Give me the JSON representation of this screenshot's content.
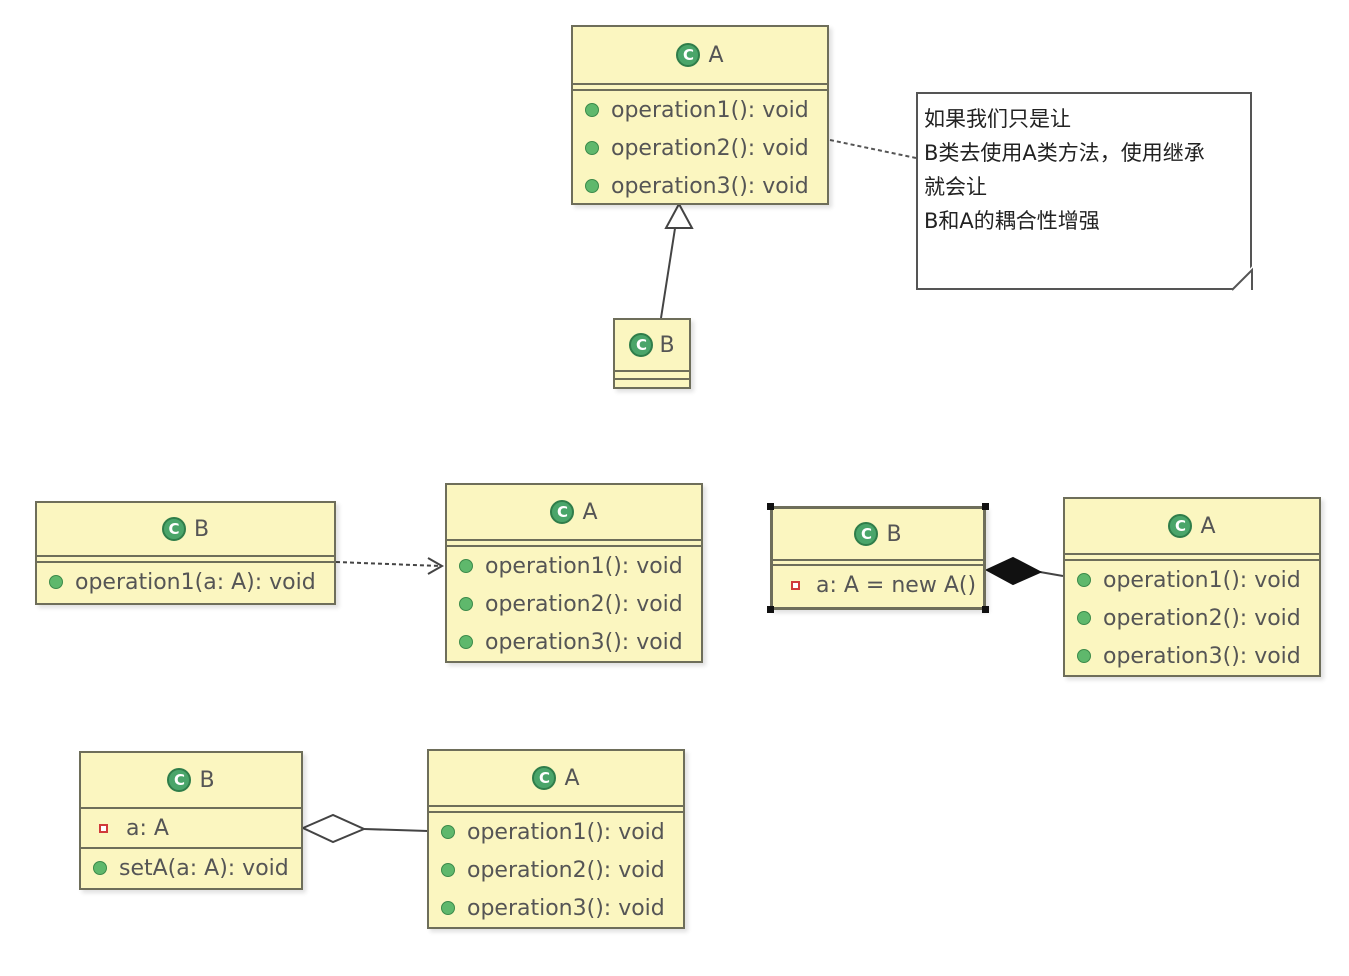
{
  "note": {
    "lines": [
      "如果我们只是让",
      "B类去使用A类方法，使用继承",
      "就会让",
      "B和A的耦合性增强"
    ]
  },
  "icons": {
    "class_icon": "class-c-icon",
    "public_method": "green-dot-icon",
    "private_field": "red-square-icon"
  },
  "colors": {
    "class_fill": "#fbf6c0",
    "class_border": "#6e6e5a",
    "icon_green": "#4aa56a",
    "private_red": "#d03a3a"
  },
  "classes": {
    "a_top": {
      "name": "A",
      "methods": [
        "operation1(): void",
        "operation2(): void",
        "operation3(): void"
      ]
    },
    "b_top": {
      "name": "B"
    },
    "b_dep": {
      "name": "B",
      "methods": [
        "operation1(a: A): void"
      ]
    },
    "a_dep": {
      "name": "A",
      "methods": [
        "operation1(): void",
        "operation2(): void",
        "operation3(): void"
      ]
    },
    "b_comp": {
      "name": "B",
      "fields": [
        "a: A = new A()"
      ]
    },
    "a_comp": {
      "name": "A",
      "methods": [
        "operation1(): void",
        "operation2(): void",
        "operation3(): void"
      ]
    },
    "b_agg": {
      "name": "B",
      "fields": [
        "a: A"
      ],
      "methods": [
        "setA(a: A): void"
      ]
    },
    "a_agg": {
      "name": "A",
      "methods": [
        "operation1(): void",
        "operation2(): void",
        "operation3(): void"
      ]
    }
  }
}
